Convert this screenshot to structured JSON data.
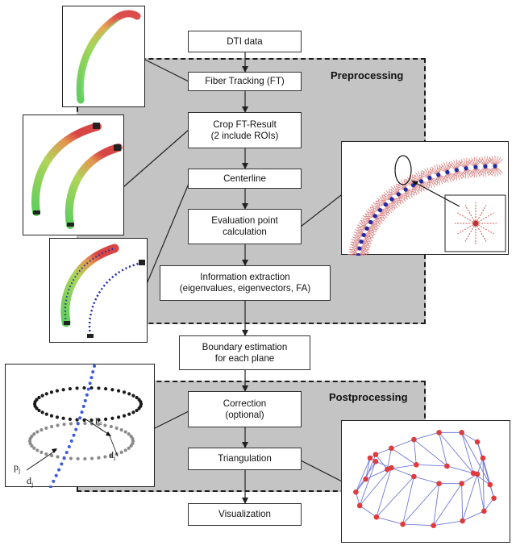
{
  "regions": {
    "preprocessing": "Preprocessing",
    "postprocessing": "Postprocessing"
  },
  "steps": {
    "dti_data": "DTI data",
    "fiber_tracking": "Fiber Tracking (FT)",
    "crop_line1": "Crop FT-Result",
    "crop_line2": "(2 include ROIs)",
    "centerline": "Centerline",
    "eval_line1": "Evaluation point",
    "eval_line2": "calculation",
    "info_line1": "Information extraction",
    "info_line2": "(eigenvalues, eigenvectors, FA)",
    "boundary_line1": "Boundary estimation",
    "boundary_line2": "for each plane",
    "correction_line1": "Correction",
    "correction_line2": "(optional)",
    "triangulation": "Triangulation",
    "visualization": "Visualization"
  },
  "illustration_labels": {
    "p_i": "p",
    "p_i_sub": "i",
    "p_j": "p",
    "p_j_sub": "j",
    "d_i": "d",
    "d_i_sub": "i",
    "d_j": "d",
    "d_j_sub": "j"
  },
  "colors": {
    "region_fill": "#c4c4c4",
    "fiber_green": "#3fc43a",
    "fiber_red": "#d83232",
    "centerline_blue": "#1d2aa8",
    "mesh_line": "#6f78d8",
    "mesh_node": "#e03a3a"
  }
}
